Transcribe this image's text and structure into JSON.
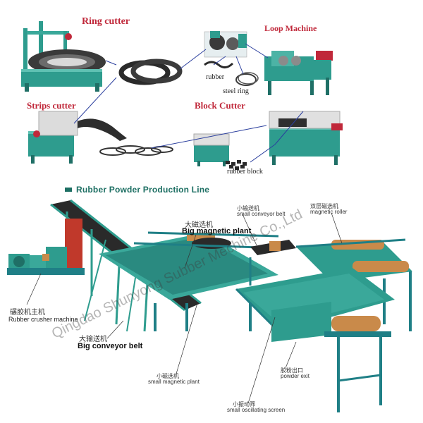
{
  "top_section": {
    "ring_cutter": "Ring cutter",
    "loop_machine": "Loop Machine",
    "rubber": "rubber",
    "steel_ring": "steel ring",
    "strips_cutter": "Strips cutter",
    "block_cutter": "Block Cutter",
    "rubber_block": "rubber block"
  },
  "production_line": {
    "title": "Rubber Powder Production Line",
    "small_conveyor_cn": "小输送机",
    "small_conveyor_en": "small conveyor belt",
    "double_magnetic_cn": "双层磁选机",
    "double_magnetic_en": "magnetic roller",
    "big_magnetic_cn": "大磁选机",
    "big_magnetic_en": "Big magnetic plant",
    "crusher_cn": "碾胶机主机",
    "crusher_en": "Rubber crusher machine",
    "big_conveyor_cn": "大输送机",
    "big_conveyor_en": "Big conveyor belt",
    "small_magnetic_cn": "小磁选机",
    "small_magnetic_en": "small magnetic plant",
    "powder_exit_cn": "胶粉出口",
    "powder_exit_en": "powder exit",
    "oscillating_cn": "小振动筛",
    "oscillating_en": "small oscillating screen"
  },
  "watermark": "Qingdao Shunyong Subber Mechine Co.,Ltd",
  "colors": {
    "machine_teal": "#2e9c8e",
    "frame_blue": "#1f7f86",
    "belt_dark": "#2a2a2a",
    "title_red": "#c0283a",
    "arrow_blue": "#2b3f9e",
    "roller_orange": "#c98a4a"
  }
}
